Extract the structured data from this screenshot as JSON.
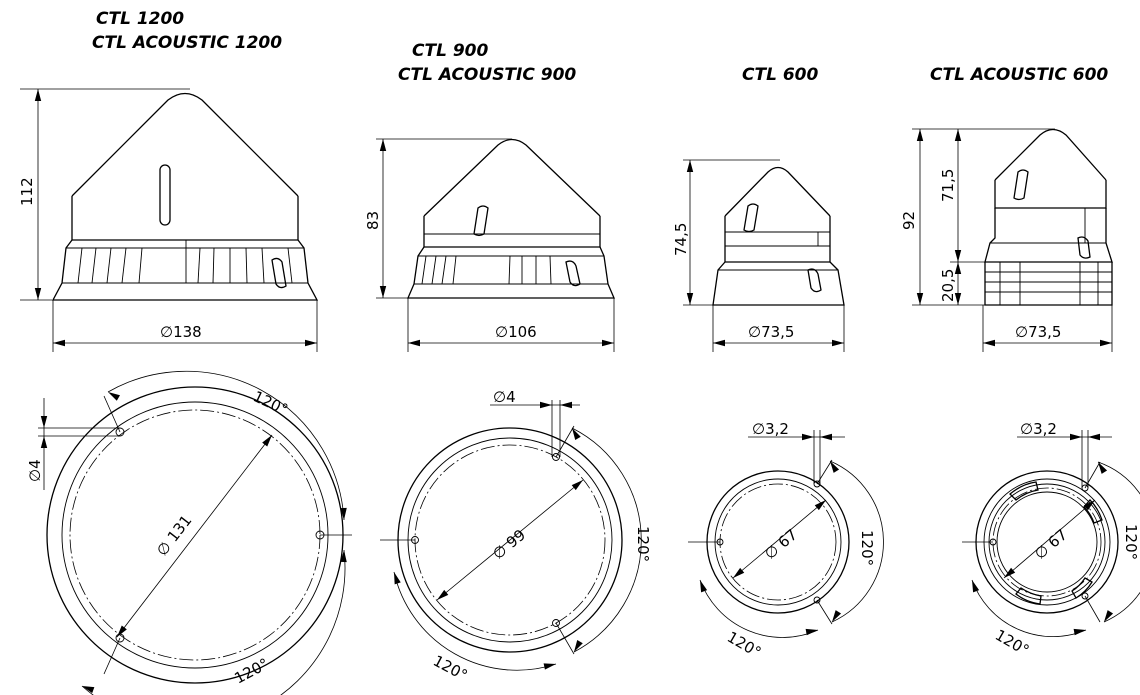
{
  "products": [
    {
      "id": "ctl1200",
      "title_line1": "CTL 1200",
      "title_line2": "CTL ACOUSTIC 1200",
      "height": "112",
      "base_diameter": "∅138",
      "hole_diameter": "∅4",
      "bolt_circle": "∅ 131",
      "angle_1": "120°",
      "angle_2": "120°"
    },
    {
      "id": "ctl900",
      "title_line1": "CTL 900",
      "title_line2": "CTL ACOUSTIC 900",
      "height": "83",
      "base_diameter": "∅106",
      "hole_diameter": "∅4",
      "bolt_circle": "∅ 99",
      "angle_1": "120°",
      "angle_2": "120°"
    },
    {
      "id": "ctl600",
      "title_line1": "CTL 600",
      "height": "74,5",
      "base_diameter": "∅73,5",
      "hole_diameter": "∅3,2",
      "bolt_circle": "∅ 67",
      "angle_1": "120°",
      "angle_2": "120°"
    },
    {
      "id": "ctlacoustic600",
      "title_line1": "CTL ACOUSTIC 600",
      "height_total": "92",
      "height_upper": "71,5",
      "height_lower": "20,5",
      "base_diameter": "∅73,5",
      "hole_diameter": "∅3,2",
      "bolt_circle": "∅ 67",
      "angle_1": "120°",
      "angle_2": "120°"
    }
  ]
}
